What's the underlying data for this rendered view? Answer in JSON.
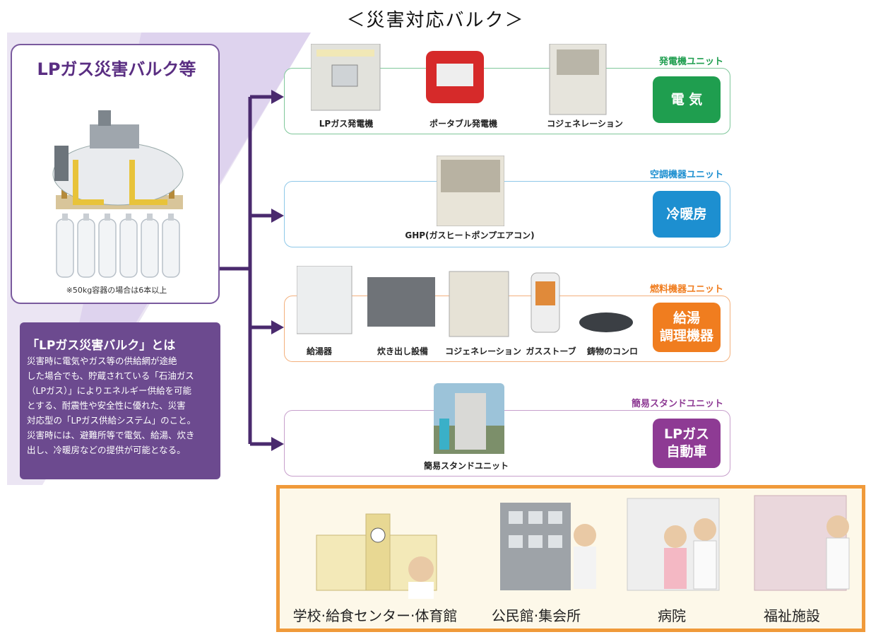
{
  "title": "＜災害対応バルク＞",
  "bulk": {
    "title": "LPガス災害バルク等",
    "note": "※50kg容器の場合は6本以上"
  },
  "about": {
    "title": "「LPガス災害バルク」とは",
    "lines": [
      "災害時に電気やガス等の供給網が途絶",
      "した場合でも、貯蔵されている「石油ガス",
      "（LPガス）」によりエネルギー供給を可能",
      "とする、耐震性や安全性に優れた、災害",
      "対応型の「LPガス供給システム」のこと。",
      "災害時には、避難所等で電気、給湯、炊き",
      "出し、冷暖房などの提供が可能となる。"
    ]
  },
  "units": [
    {
      "label": "発電機ユニット",
      "badge": "電 気",
      "color": "#1f9e4f",
      "items": [
        "LPガス発電機",
        "ポータブル発電機",
        "コジェネレーション"
      ]
    },
    {
      "label": "空調機器ユニット",
      "badge": "冷暖房",
      "color": "#1d8fd0",
      "items": [
        "GHP(ガスヒートポンプエアコン)"
      ]
    },
    {
      "label": "燃料機器ユニット",
      "badge": "給湯\n調理機器",
      "color": "#f07d1f",
      "items": [
        "給湯器",
        "炊き出し設備",
        "コジェネレーション",
        "ガスストーブ",
        "鋳物のコンロ"
      ]
    },
    {
      "label": "簡易スタンドユニット",
      "badge": "LPガス\n自動車",
      "color": "#8e3b94",
      "items": [
        "簡易スタンドユニット"
      ]
    }
  ],
  "facilities": [
    "学校·給食センター·体育館",
    "公民館·集会所",
    "病院",
    "福祉施設"
  ],
  "colors": {
    "connector": "#4a2a6e",
    "facility_border": "#f09a3a"
  }
}
